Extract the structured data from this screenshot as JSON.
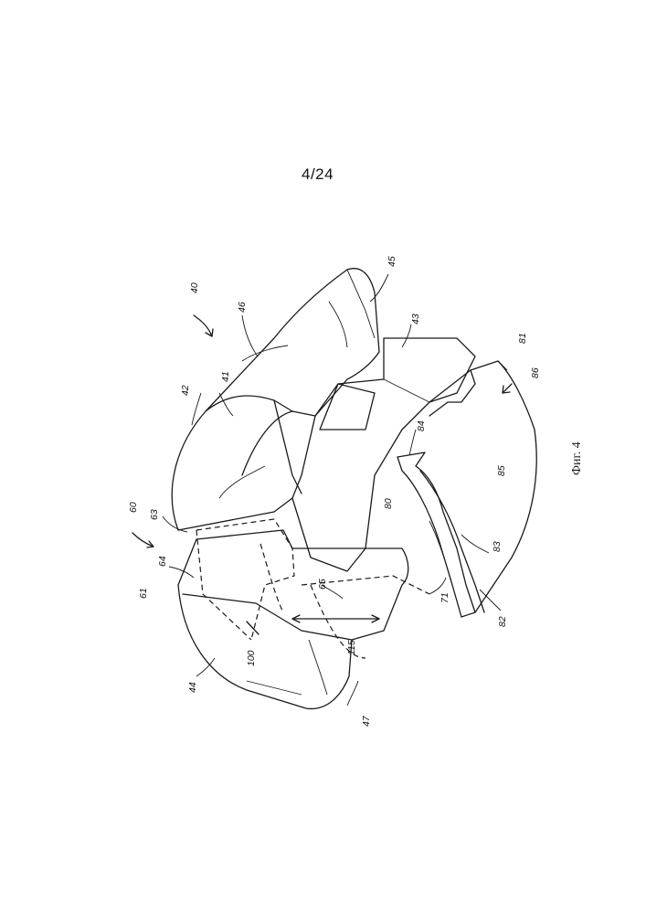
{
  "page": {
    "number": "4/24"
  },
  "figure": {
    "caption": "Фиг. 4",
    "reference_numerals": [
      {
        "id": "40",
        "text": "40"
      },
      {
        "id": "41",
        "text": "41"
      },
      {
        "id": "42",
        "text": "42"
      },
      {
        "id": "43",
        "text": "43"
      },
      {
        "id": "44",
        "text": "44"
      },
      {
        "id": "45",
        "text": "45"
      },
      {
        "id": "46",
        "text": "46"
      },
      {
        "id": "47",
        "text": "47"
      },
      {
        "id": "60",
        "text": "60"
      },
      {
        "id": "61",
        "text": "61"
      },
      {
        "id": "63",
        "text": "63"
      },
      {
        "id": "64",
        "text": "64"
      },
      {
        "id": "65",
        "text": "65"
      },
      {
        "id": "71",
        "text": "71"
      },
      {
        "id": "80",
        "text": "80"
      },
      {
        "id": "81",
        "text": "81"
      },
      {
        "id": "82",
        "text": "82"
      },
      {
        "id": "83",
        "text": "83"
      },
      {
        "id": "84",
        "text": "84"
      },
      {
        "id": "85",
        "text": "85"
      },
      {
        "id": "86",
        "text": "86"
      },
      {
        "id": "100",
        "text": "100"
      },
      {
        "id": "115",
        "text": "115"
      }
    ]
  }
}
